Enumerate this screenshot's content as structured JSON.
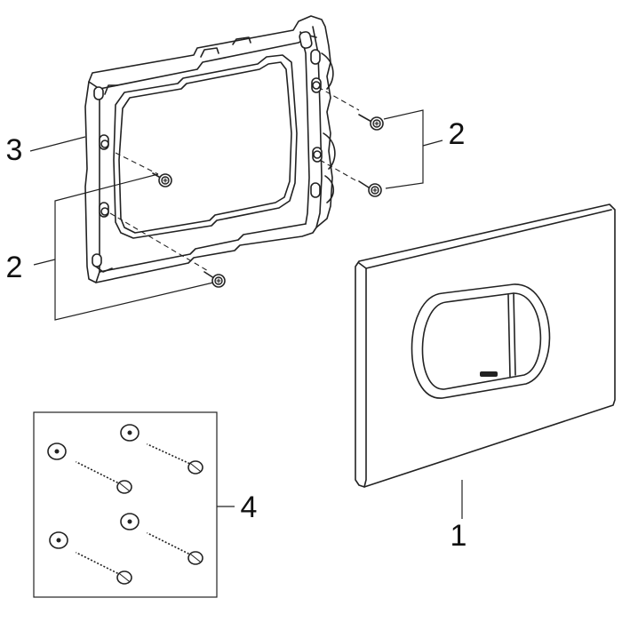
{
  "callouts": [
    {
      "id": "cover-plate",
      "label": "1"
    },
    {
      "id": "screws-right",
      "label": "2"
    },
    {
      "id": "screws-left",
      "label": "2"
    },
    {
      "id": "mounting-frame",
      "label": "3"
    },
    {
      "id": "anchor-kit",
      "label": "4"
    }
  ],
  "parts": {
    "frame_screw_count": 4,
    "anchor_screw_count": 4,
    "anchor_washer_count": 4
  }
}
